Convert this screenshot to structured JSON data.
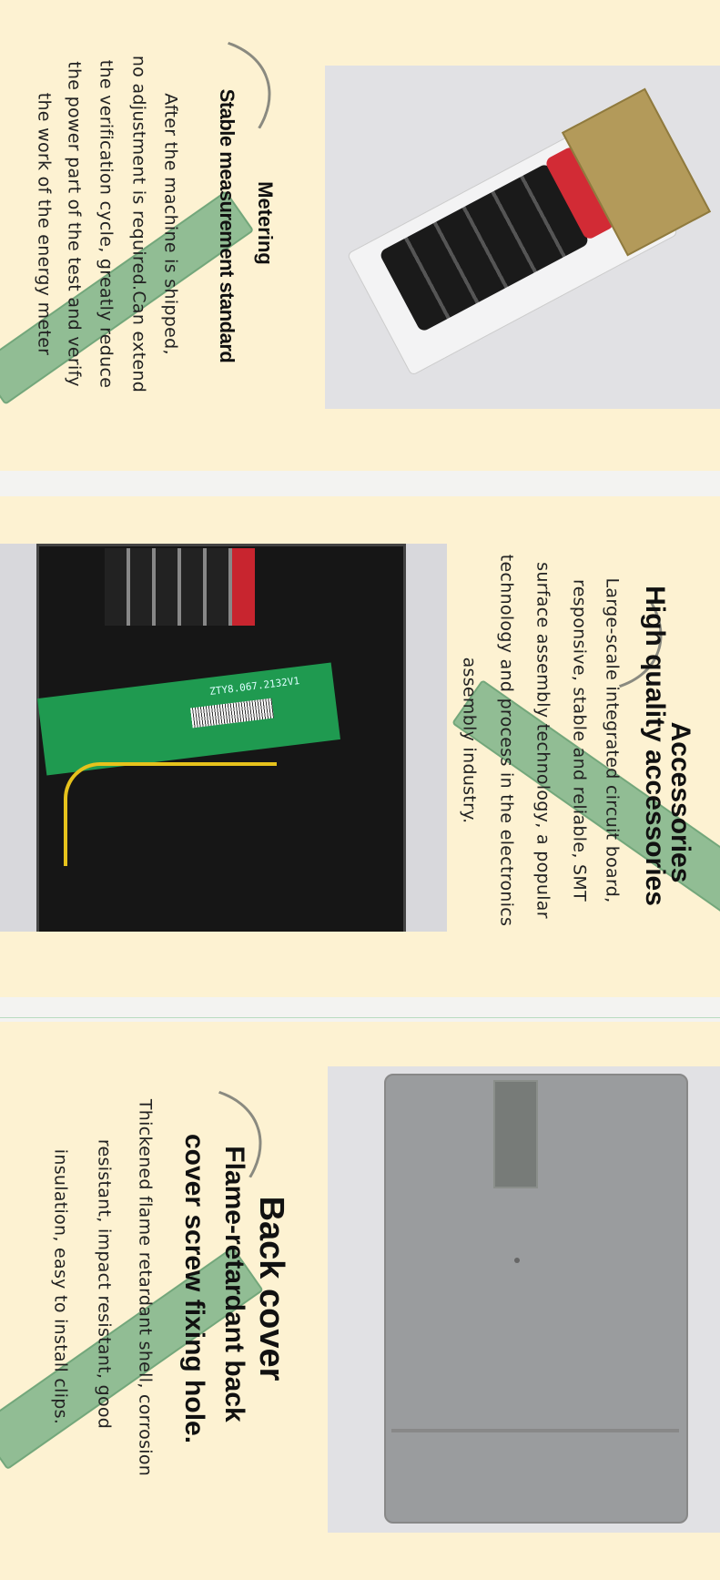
{
  "sections": [
    {
      "heading": "Metering",
      "subheading_lines": [
        "Stable measurement standard"
      ],
      "body_lines": [
        "After the machine is shipped,",
        "no adjustment is required.Can extend",
        "the verification cycle, greatly reduce",
        "the power part of the test and verify",
        "the work of the energy meter"
      ],
      "photo": "mechanical-counter-register"
    },
    {
      "heading": "Accessories",
      "subheading_lines": [
        "High quality accessories"
      ],
      "body_lines": [
        "Large-scale integrated circuit board,",
        "responsive, stable and reliable, SMT",
        "surface assembly technology, a popular",
        "technology and process in the electronics",
        "assembly industry."
      ],
      "photo": "meter-interior-circuit-board",
      "board_label": "ZTY8.067.2132V1"
    },
    {
      "heading": "Back cover",
      "subheading_lines": [
        "Flame-retardant back",
        "cover screw fixing hole."
      ],
      "body_lines": [
        "Thickened flame retardant shell, corrosion",
        "resistant, impact resistant, good",
        "insulation, easy to install clips."
      ],
      "photo": "meter-back-cover"
    }
  ],
  "colors": {
    "panel_bg": "#fdf2d2",
    "gap_bg": "#f3f3f1",
    "text": "#111111"
  }
}
